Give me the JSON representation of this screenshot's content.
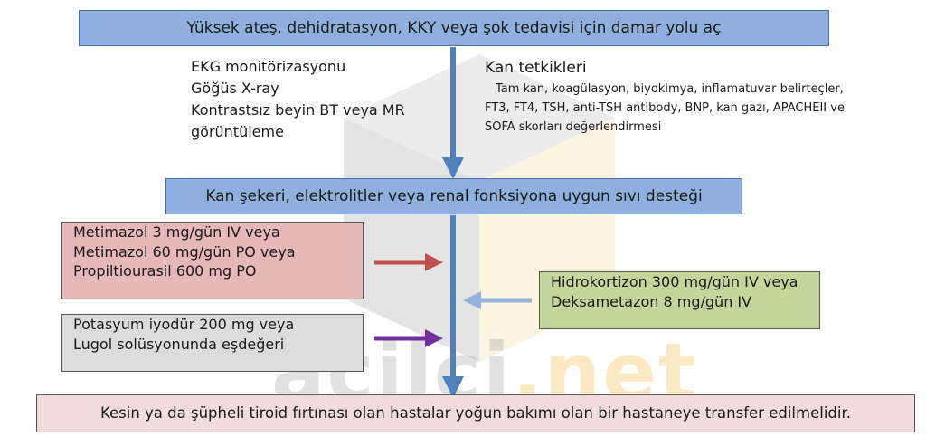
{
  "watermark": {
    "text_main": "acilci",
    "text_dot": ".",
    "text_tail": "net"
  },
  "top_box": "Yüksek ateş, dehidratasyon, KKY veya şok tedavisi için damar yolu aç",
  "imaging": [
    "EKG monitörizasyonu",
    "Göğüs X-ray",
    "Kontrastsız beyin BT veya MR",
    "görüntüleme"
  ],
  "labs": {
    "title": "Kan tetkikleri",
    "detail": [
      "Tam kan, koagülasyon, biyokimya, inflamatuvar belirteçler,",
      "FT3, FT4, TSH, anti-TSH antibody, BNP, kan gazı, APACHEII ve",
      "SOFA skorları değerlendirmesi"
    ]
  },
  "fluid_box": "Kan şekeri, elektrolitler veya renal fonksiyona uygun sıvı desteği",
  "antithyroid_box": [
    "Metimazol 3 mg/gün IV veya",
    "Metimazol 60 mg/gün PO veya",
    "Propiltiourasil 600 mg PO"
  ],
  "steroid_box": [
    "Hidrokortizon 300 mg/gün IV veya",
    "Deksametazon 8 mg/gün IV"
  ],
  "iodide_box": [
    "Potasyum iyodür 200 mg veya",
    "Lugol solüsyonunda eşdeğeri"
  ],
  "bottom_box": "Kesin ya da şüpheli tiroid fırtınası olan hastalar yoğun bakımı olan bir hastaneye transfer edilmelidir.",
  "colors": {
    "blue_box": "#8fb0de",
    "red_box": "#e6b8b7",
    "green_box": "#c3d69b",
    "gray_box": "#dcdcdc",
    "pink_box": "#f2dcdb",
    "main_arrow": "#4f81bd",
    "red_arrow": "#c0504d",
    "purple_arrow": "#7030a0",
    "light_blue_arrow": "#95b3d7"
  }
}
